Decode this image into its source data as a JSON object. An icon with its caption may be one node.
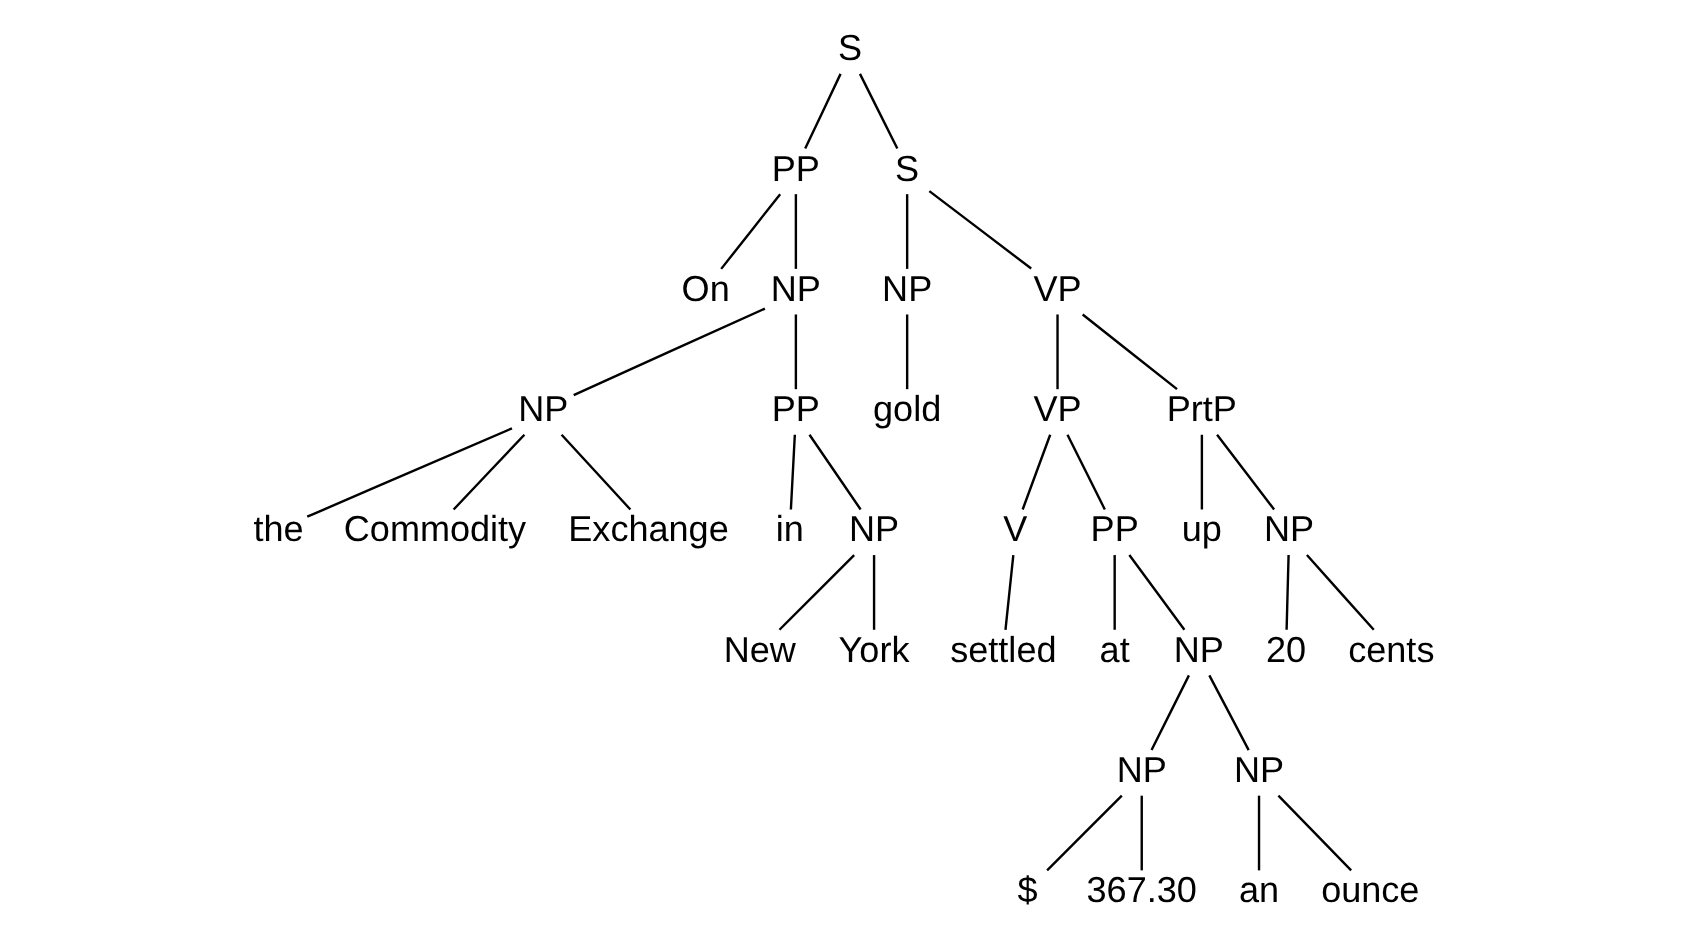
{
  "diagram": {
    "nodes": [
      {
        "text": [
          "S"
        ]
      },
      {
        "text": [
          "PP"
        ]
      },
      {
        "text": [
          "On"
        ]
      },
      {
        "text": [
          "NP"
        ]
      },
      {
        "text": [
          "NP"
        ]
      },
      {
        "text": [
          "the"
        ]
      },
      {
        "text": [
          "Commodity"
        ]
      },
      {
        "text": [
          "Exchange"
        ]
      },
      {
        "text": [
          "PP"
        ]
      },
      {
        "text": [
          "in"
        ]
      },
      {
        "text": [
          "NP"
        ]
      },
      {
        "text": [
          "New"
        ]
      },
      {
        "text": [
          "York"
        ]
      },
      {
        "text": [
          "S"
        ]
      },
      {
        "text": [
          "NP"
        ]
      },
      {
        "text": [
          "gold"
        ]
      },
      {
        "text": [
          "VP"
        ]
      },
      {
        "text": [
          "VP"
        ]
      },
      {
        "text": [
          "V"
        ]
      },
      {
        "text": [
          "settled"
        ]
      },
      {
        "text": [
          "PP"
        ]
      },
      {
        "text": [
          "at"
        ]
      },
      {
        "text": [
          "NP"
        ]
      },
      {
        "text": [
          "NP"
        ]
      },
      {
        "text": [
          "$"
        ]
      },
      {
        "text": [
          "367.30"
        ]
      },
      {
        "text": [
          "NP"
        ]
      },
      {
        "text": [
          "an"
        ]
      },
      {
        "text": [
          "ounce"
        ]
      },
      {
        "text": [
          "PrtP"
        ]
      },
      {
        "text": [
          "up"
        ]
      },
      {
        "text": [
          "NP"
        ]
      },
      {
        "text": [
          "20"
        ]
      },
      {
        "text": [
          "cents"
        ]
      }
    ],
    "edges": [
      {
        "from": 0,
        "to": 1,
        "arrow": "none"
      },
      {
        "from": 1,
        "to": 2,
        "arrow": "none"
      },
      {
        "from": 1,
        "to": 3,
        "arrow": "none"
      },
      {
        "from": 3,
        "to": 4,
        "arrow": "none"
      },
      {
        "from": 4,
        "to": 5,
        "arrow": "none"
      },
      {
        "from": 4,
        "to": 6,
        "arrow": "none"
      },
      {
        "from": 4,
        "to": 7,
        "arrow": "none"
      },
      {
        "from": 3,
        "to": 8,
        "arrow": "none"
      },
      {
        "from": 8,
        "to": 9,
        "arrow": "none"
      },
      {
        "from": 8,
        "to": 10,
        "arrow": "none"
      },
      {
        "from": 10,
        "to": 11,
        "arrow": "none"
      },
      {
        "from": 10,
        "to": 12,
        "arrow": "none"
      },
      {
        "from": 0,
        "to": 13,
        "arrow": "none"
      },
      {
        "from": 13,
        "to": 14,
        "arrow": "none"
      },
      {
        "from": 14,
        "to": 15,
        "arrow": "none"
      },
      {
        "from": 13,
        "to": 16,
        "arrow": "none"
      },
      {
        "from": 16,
        "to": 17,
        "arrow": "none"
      },
      {
        "from": 17,
        "to": 18,
        "arrow": "none"
      },
      {
        "from": 18,
        "to": 19,
        "arrow": "none"
      },
      {
        "from": 17,
        "to": 20,
        "arrow": "none"
      },
      {
        "from": 20,
        "to": 21,
        "arrow": "none"
      },
      {
        "from": 20,
        "to": 22,
        "arrow": "none"
      },
      {
        "from": 22,
        "to": 23,
        "arrow": "none"
      },
      {
        "from": 23,
        "to": 24,
        "arrow": "none"
      },
      {
        "from": 23,
        "to": 25,
        "arrow": "none"
      },
      {
        "from": 22,
        "to": 26,
        "arrow": "none"
      },
      {
        "from": 26,
        "to": 27,
        "arrow": "none"
      },
      {
        "from": 26,
        "to": 28,
        "arrow": "none"
      },
      {
        "from": 16,
        "to": 29,
        "arrow": "none"
      },
      {
        "from": 29,
        "to": 30,
        "arrow": "none"
      },
      {
        "from": 29,
        "to": 31,
        "arrow": "none"
      },
      {
        "from": 31,
        "to": 32,
        "arrow": "none"
      },
      {
        "from": 31,
        "to": 33,
        "arrow": "none"
      }
    ]
  }
}
